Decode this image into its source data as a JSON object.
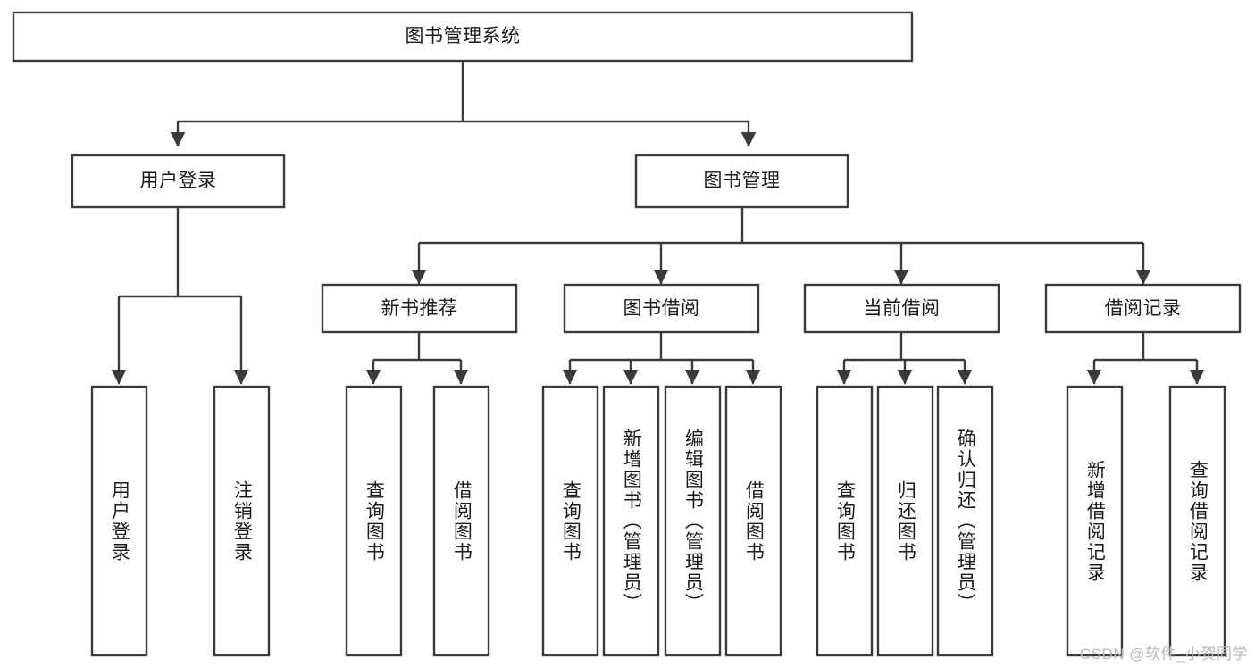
{
  "diagram": {
    "type": "hierarchy-tree",
    "title": "图书管理系统",
    "watermark": "CSDN @软件_小贺同学",
    "colors": {
      "stroke": "#3a3a3a",
      "box_fill": "#ffffff",
      "text": "#1b1b1b",
      "background": "#ffffff",
      "watermark": "#b9b9b9"
    },
    "levels": {
      "root": {
        "label": "图书管理系统"
      },
      "level2": [
        {
          "label": "用户登录"
        },
        {
          "label": "图书管理"
        }
      ],
      "level3": [
        {
          "label": "新书推荐"
        },
        {
          "label": "图书借阅"
        },
        {
          "label": "当前借阅"
        },
        {
          "label": "借阅记录"
        }
      ],
      "leaves": {
        "user_login": [
          {
            "label": "用户登录"
          },
          {
            "label": "注销登录"
          }
        ],
        "new_book_recommend": [
          {
            "label": "查询图书"
          },
          {
            "label": "借阅图书"
          }
        ],
        "book_borrow": [
          {
            "label": "查询图书"
          },
          {
            "label": "新增图书（管理员）"
          },
          {
            "label": "编辑图书（管理员）"
          },
          {
            "label": "借阅图书"
          }
        ],
        "current_borrow": [
          {
            "label": "查询图书"
          },
          {
            "label": "归还图书"
          },
          {
            "label": "确认归还（管理员）"
          }
        ],
        "borrow_record": [
          {
            "label": "新增借阅记录"
          },
          {
            "label": "查询借阅记录"
          }
        ]
      }
    }
  }
}
